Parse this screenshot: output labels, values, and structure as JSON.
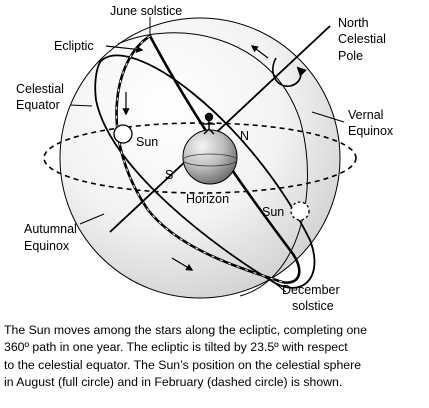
{
  "labels": {
    "june_solstice": "June solstice",
    "ecliptic": "Ecliptic",
    "celestial_equator_line1": "Celestial",
    "celestial_equator_line2": "Equator",
    "ncp_line1": "North",
    "ncp_line2": "Celestial",
    "ncp_line3": "Pole",
    "vernal_line1": "Vernal",
    "vernal_line2": "Equinox",
    "sun_august": "Sun",
    "sun_february": "Sun",
    "north": "N",
    "south": "S",
    "horizon": "Horizon",
    "autumnal_line1": "Autumnal",
    "autumnal_line2": "Equinox",
    "december_line1": "December",
    "december_line2": "solstice"
  },
  "caption": [
    "The Sun moves among the stars along the ecliptic, completing one",
    "360º path in one year. The ecliptic is tilted by 23.5º with respect",
    "to the celestial equator. The Sun’s position on the celestial sphere",
    "in August (full circle) and in February (dashed circle) is shown."
  ],
  "colors": {
    "sphere_light": "#ffffff",
    "sphere_dark": "#d9d9d9",
    "earth_light": "#f4f4f4",
    "earth_dark": "#6e6e6e",
    "line": "#000000"
  }
}
